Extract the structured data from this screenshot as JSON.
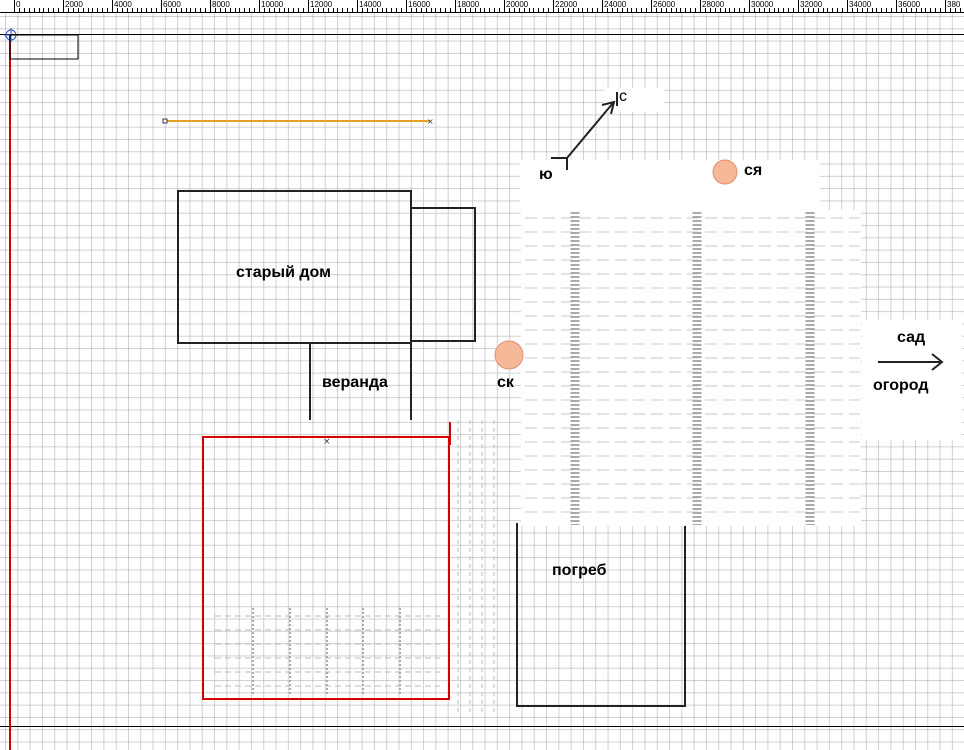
{
  "ruler": {
    "labels": [
      "0",
      "2000",
      "4000",
      "6000",
      "8000",
      "10000",
      "12000",
      "14000",
      "16000",
      "18000",
      "20000",
      "22000",
      "24000",
      "26000",
      "28000",
      "30000",
      "32000",
      "34000",
      "36000",
      "380"
    ]
  },
  "labels": {
    "old_house": "старый дом",
    "veranda": "веранда",
    "cellar": "погреб",
    "sk": "ск",
    "sya": "ся",
    "garden": "сад",
    "vegetable_garden": "огород",
    "north": "с",
    "south": "ю"
  },
  "colors": {
    "selection_red": "#d40000",
    "orange_line": "#e8a020",
    "circle_fill": "#f5b99a",
    "circle_stroke": "#e09070"
  }
}
